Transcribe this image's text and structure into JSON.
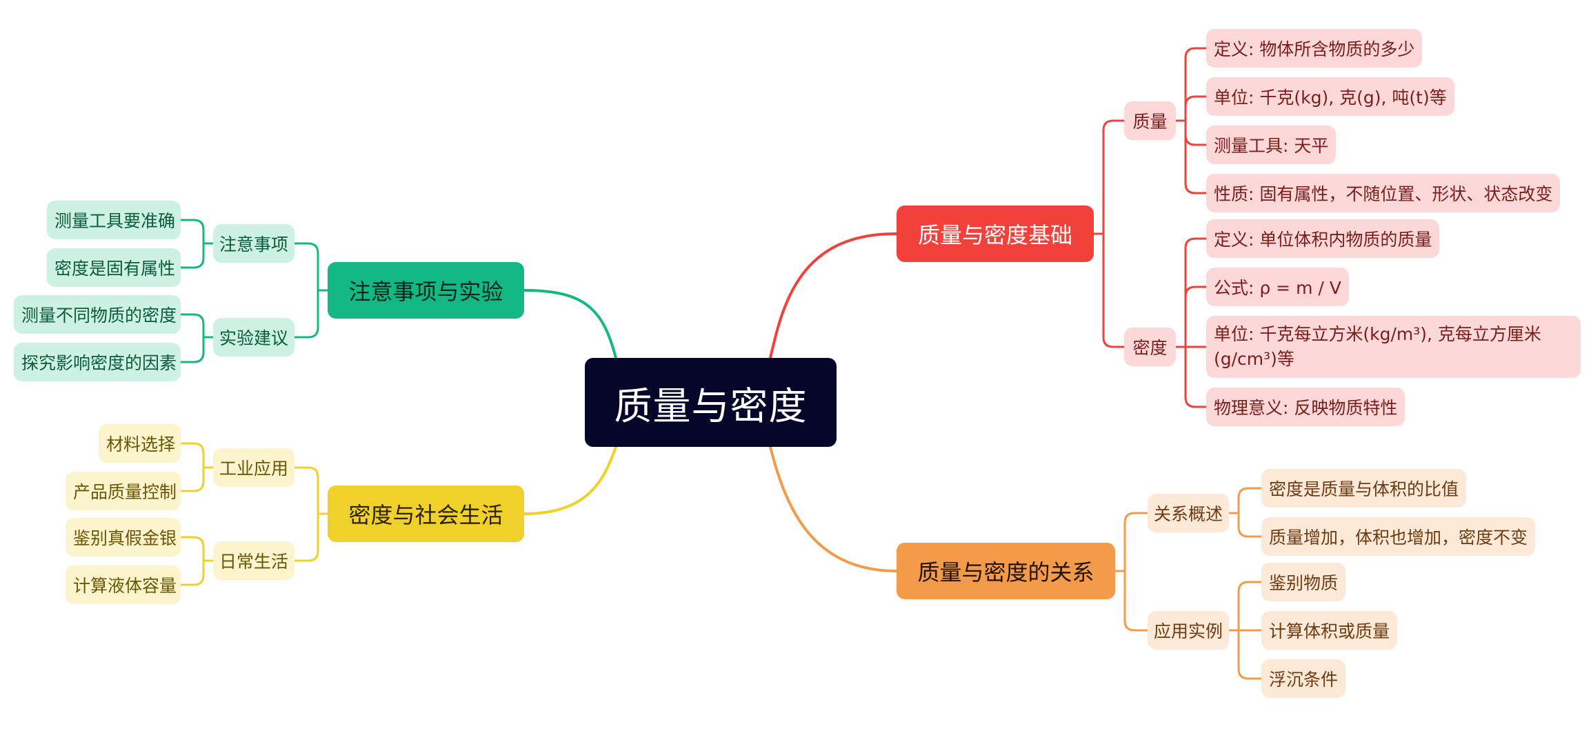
{
  "root": {
    "label": "质量与密度"
  },
  "branches": {
    "basics": {
      "label": "质量与密度基础",
      "color": "#f2403a",
      "mass": {
        "label": "质量",
        "items": [
          "定义: 物体所含物质的多少",
          "单位: 千克(kg), 克(g), 吨(t)等",
          "测量工具: 天平",
          "性质: 固有属性，不随位置、形状、状态改变"
        ]
      },
      "density": {
        "label": "密度",
        "items": [
          "定义: 单位体积内物质的质量",
          "公式: ρ = m / V",
          "单位: 千克每立方米(kg/m³), 克每立方厘米(g/cm³)等",
          "物理意义: 反映物质特性"
        ]
      }
    },
    "relation": {
      "label": "质量与密度的关系",
      "color": "#f49b4a",
      "overview": {
        "label": "关系概述",
        "items": [
          "密度是质量与体积的比值",
          "质量增加，体积也增加，密度不变"
        ]
      },
      "examples": {
        "label": "应用实例",
        "items": [
          "鉴别物质",
          "计算体积或质量",
          "浮沉条件"
        ]
      }
    },
    "cautions": {
      "label": "注意事项与实验",
      "color": "#13b882",
      "notes": {
        "label": "注意事项",
        "items": [
          "测量工具要准确",
          "密度是固有属性"
        ]
      },
      "experiments": {
        "label": "实验建议",
        "items": [
          "测量不同物质的密度",
          "探究影响密度的因素"
        ]
      }
    },
    "society": {
      "label": "密度与社会生活",
      "color": "#f0d12a",
      "industry": {
        "label": "工业应用",
        "items": [
          "材料选择",
          "产品质量控制"
        ]
      },
      "daily": {
        "label": "日常生活",
        "items": [
          "鉴别真假金银",
          "计算液体容量"
        ]
      }
    }
  }
}
